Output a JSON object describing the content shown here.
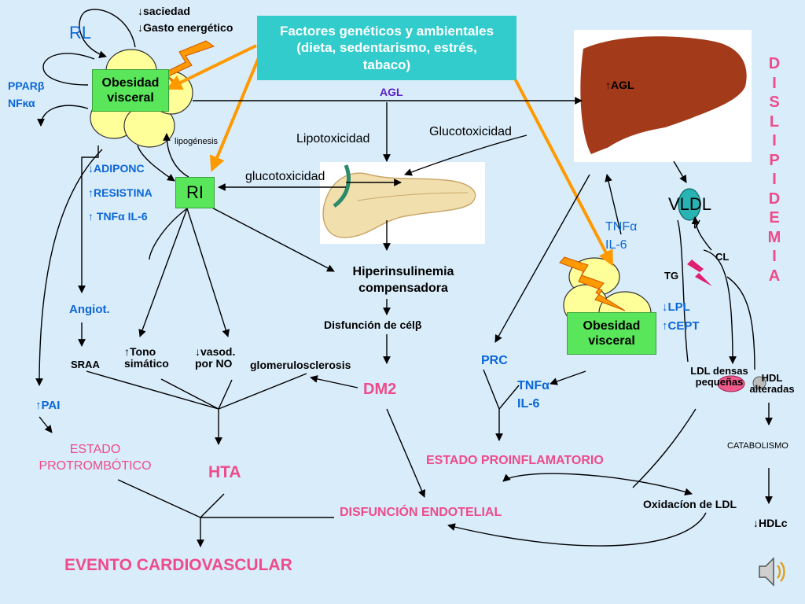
{
  "colors": {
    "background": "#d9ecfa",
    "green_box": "#5ae65a",
    "teal_box": "#33cccc",
    "orange_arrow": "#ff9900",
    "blue_text": "#0a66d8",
    "pink_text": "#ee4b8a",
    "purple_text": "#5b1fc7",
    "fat_cells": "#ffff99",
    "liver": "#a33a1a",
    "vldl": "#2ab3b3"
  },
  "labels": {
    "saciedad": "↓saciedad",
    "gasto": "↓Gasto energético",
    "rl": "RL",
    "factores": "Factores genéticos y ambientales (dieta, sedentarismo, estrés, tabaco)",
    "agl_main": "AGL",
    "agl_liver": "↑AGL",
    "ppar": "PPARβ",
    "nfk": "NFκα",
    "obesidad_left": "Obesidad visceral",
    "lipogenesis": "lipogénesis",
    "adiponc": "↓ADIPONC",
    "resistina": "↑RESISTINA",
    "tnf_il6_left": "↑ TNFα IL-6",
    "ri": "RI",
    "lipotoxicidad": "Lipotoxicidad",
    "glucotoxicidad_upper": "Glucotoxicidad",
    "glucotoxicidad_lower": "glucotoxicidad",
    "vldl": "VLDL",
    "tnf_right_1": "TNFα",
    "il6_right_1": "IL-6",
    "cl": "CL",
    "tg": "TG",
    "hiperinsulinemia": "Hiperinsulinemia compensadora",
    "angiot": "Angiot.",
    "lpl": "↓LPL",
    "cept": "↑CEPT",
    "obesidad_right": "Obesidad visceral",
    "disfuncion_cel": "Disfunción de célβ",
    "sraa": "SRAA",
    "tono": "↑Tono simático",
    "vasod": "↓vasod. por NO",
    "glomerulo": "glomerulosclerosis",
    "prc": "PRC",
    "ldl_densas": "LDL densas pequeñas",
    "hdl_alteradas": "HDL alteradas",
    "dm2": "DM2",
    "tnf_right_2": "TNFα",
    "il6_right_2": "IL-6",
    "pai": "↑PAI",
    "estado_protrombotico": "ESTADO PROTROMBÓTICO",
    "hta": "HTA",
    "estado_proinflamatorio": "ESTADO PROINFLAMATORIO",
    "catabolismo": "CATABOLISMO",
    "oxidacion": "Oxidacíon de LDL",
    "disfuncion_endotelial": "DISFUNCIÓN ENDOTELIAL",
    "hdlc": "↓HDLc",
    "evento": "EVENTO CARDIOVASCULAR"
  },
  "dislipidemia": [
    "D",
    "I",
    "S",
    "L",
    "I",
    "P",
    "I",
    "D",
    "E",
    "M",
    "I",
    "A"
  ],
  "icons": {
    "liver": "liver-image",
    "pancreas": "pancreas-image",
    "lightning": "lightning-bolt-icon",
    "speaker": "speaker-icon"
  }
}
